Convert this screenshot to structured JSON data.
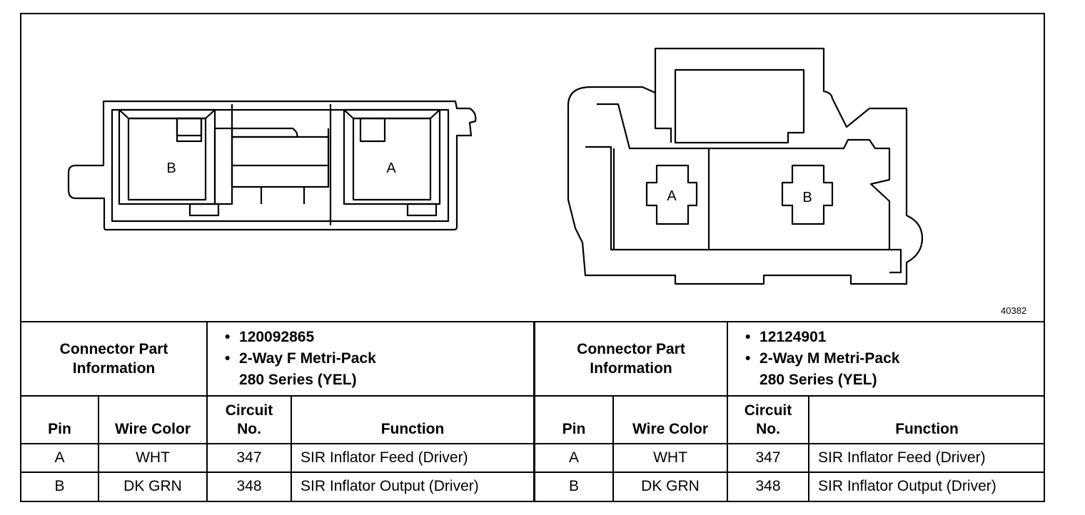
{
  "figure_id": "40382",
  "connectors": {
    "female": {
      "cavity_a": "A",
      "cavity_b": "B"
    },
    "male": {
      "cavity_a": "A",
      "cavity_b": "B"
    }
  },
  "tables": [
    {
      "part_label": "Connector Part Information",
      "part_number": "120092865",
      "description_line1": "2-Way F Metri-Pack",
      "description_line2": "280 Series (YEL)",
      "headers": {
        "pin": "Pin",
        "wire_color": "Wire Color",
        "circuit": "Circuit No.",
        "function": "Function"
      },
      "rows": [
        {
          "pin": "A",
          "wire_color": "WHT",
          "circuit": "347",
          "function": "SIR Inflator Feed (Driver)"
        },
        {
          "pin": "B",
          "wire_color": "DK GRN",
          "circuit": "348",
          "function": "SIR Inflator Output (Driver)"
        }
      ]
    },
    {
      "part_label": "Connector Part Information",
      "part_number": "12124901",
      "description_line1": "2-Way M Metri-Pack",
      "description_line2": "280 Series (YEL)",
      "headers": {
        "pin": "Pin",
        "wire_color": "Wire Color",
        "circuit": "Circuit No.",
        "function": "Function"
      },
      "rows": [
        {
          "pin": "A",
          "wire_color": "WHT",
          "circuit": "347",
          "function": "SIR Inflator Feed (Driver)"
        },
        {
          "pin": "B",
          "wire_color": "DK GRN",
          "circuit": "348",
          "function": "SIR Inflator Output (Driver)"
        }
      ]
    }
  ]
}
